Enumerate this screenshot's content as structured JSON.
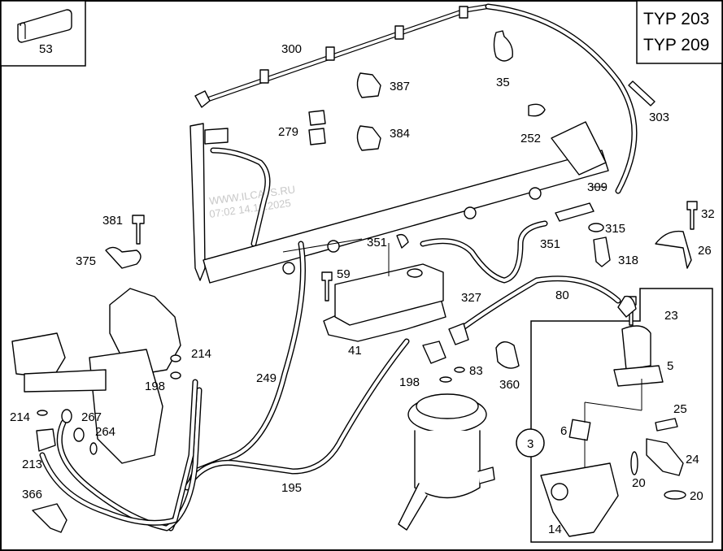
{
  "diagram": {
    "type_box": {
      "lines": [
        "TYP 203",
        "TYP 209"
      ]
    },
    "inset_part": {
      "label": "53"
    },
    "watermark": {
      "line1": "WWW.ILCATS.RU",
      "line2": "07:02 14.10.2025"
    },
    "callouts": {
      "p300": "300",
      "p35": "35",
      "p387": "387",
      "p384": "384",
      "p279": "279",
      "p303": "303",
      "p252": "252",
      "p309": "309",
      "p381": "381",
      "p375": "375",
      "p32": "32",
      "p26": "26",
      "p315": "315",
      "p318": "318",
      "p351a": "351",
      "p351b": "351",
      "p59": "59",
      "p327": "327",
      "p80": "80",
      "p23": "23",
      "p41": "41",
      "p214a": "214",
      "p198a": "198",
      "p198b": "198",
      "p83": "83",
      "p360": "360",
      "p5": "5",
      "p249": "249",
      "p214b": "214",
      "p267": "267",
      "p264": "264",
      "p213": "213",
      "p366": "366",
      "p195": "195",
      "p25": "25",
      "p6": "6",
      "p3": "3",
      "p24": "24",
      "p20a": "20",
      "p20b": "20",
      "p14": "14"
    }
  }
}
